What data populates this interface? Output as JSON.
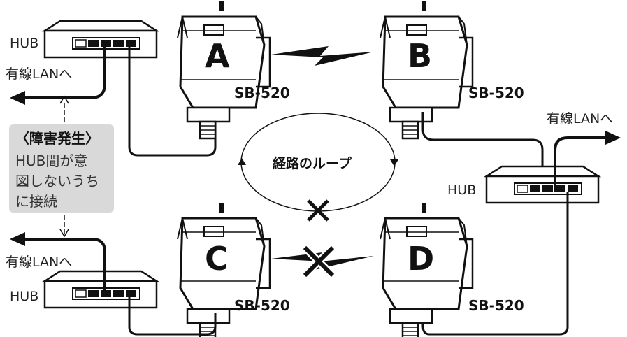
{
  "hubs": {
    "top_left": {
      "label": "HUB"
    },
    "bottom_left": {
      "label": "HUB"
    },
    "right": {
      "label": "HUB"
    }
  },
  "wired_lan": {
    "top_left": "有線LANへ",
    "bottom_left": "有線LANへ",
    "right": "有線LANへ"
  },
  "units": {
    "A": {
      "letter": "A",
      "model": "SB-520"
    },
    "B": {
      "letter": "B",
      "model": "SB-520"
    },
    "C": {
      "letter": "C",
      "model": "SB-520"
    },
    "D": {
      "letter": "D",
      "model": "SB-520"
    }
  },
  "loop": {
    "label": "経路のループ"
  },
  "note": {
    "title": "〈障害発生〉",
    "lines": [
      "HUB間が意",
      "図しないうち",
      "に接続"
    ]
  },
  "colors": {
    "line": "#111111",
    "note_bg": "#d9d9d9",
    "device_fill": "#ffffff"
  }
}
